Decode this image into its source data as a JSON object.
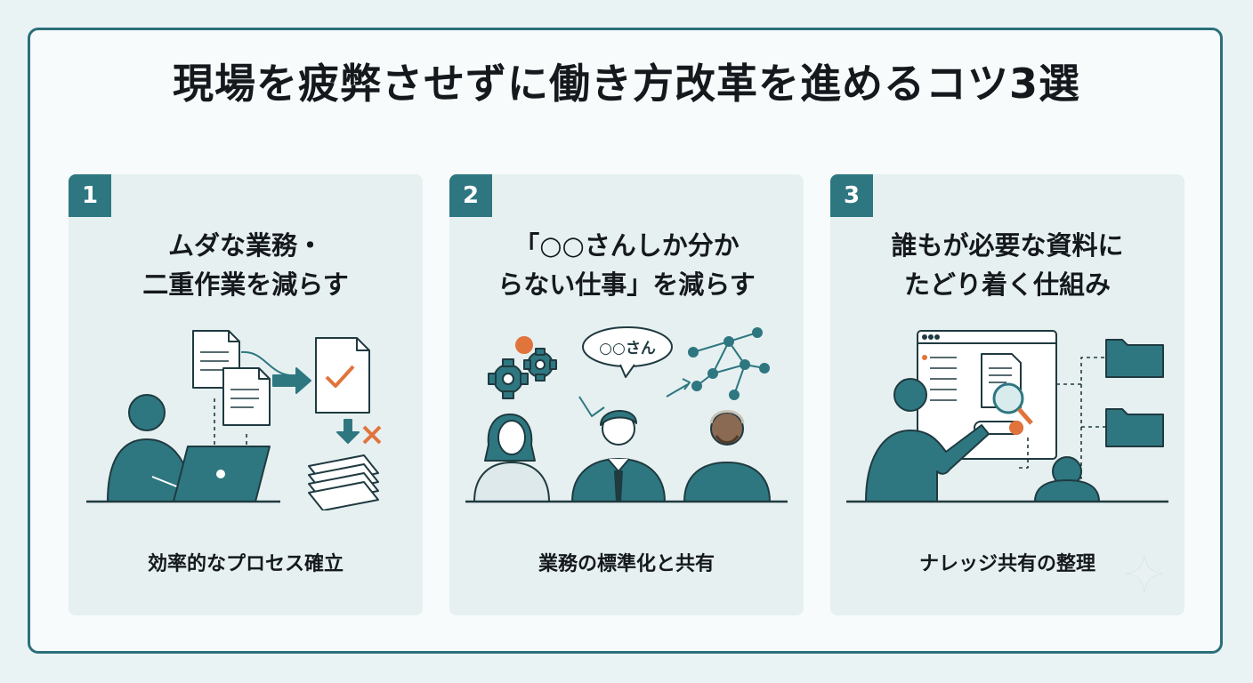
{
  "title": "現場を疲弊させずに働き方改革を進めるコツ3選",
  "cards": [
    {
      "number": "1",
      "heading_line1": "ムダな業務・",
      "heading_line2": "二重作業を減らす",
      "caption": "効率的なプロセス確立",
      "icon": "worker-with-documents-illustration"
    },
    {
      "number": "2",
      "heading_line1": "「○○さんしか分か",
      "heading_line2": "らない仕事」を減らす",
      "caption": "業務の標準化と共有",
      "bubble": "○○さん",
      "icon": "team-knowledge-network-illustration"
    },
    {
      "number": "3",
      "heading_line1": "誰もが必要な資料に",
      "heading_line2": "たどり着く仕組み",
      "caption": "ナレッジ共有の整理",
      "icon": "document-search-illustration"
    }
  ],
  "colors": {
    "accent": "#2e7781",
    "card": "#e6f0f1",
    "orange": "#e0743c",
    "frame": "#2c6f7a"
  }
}
